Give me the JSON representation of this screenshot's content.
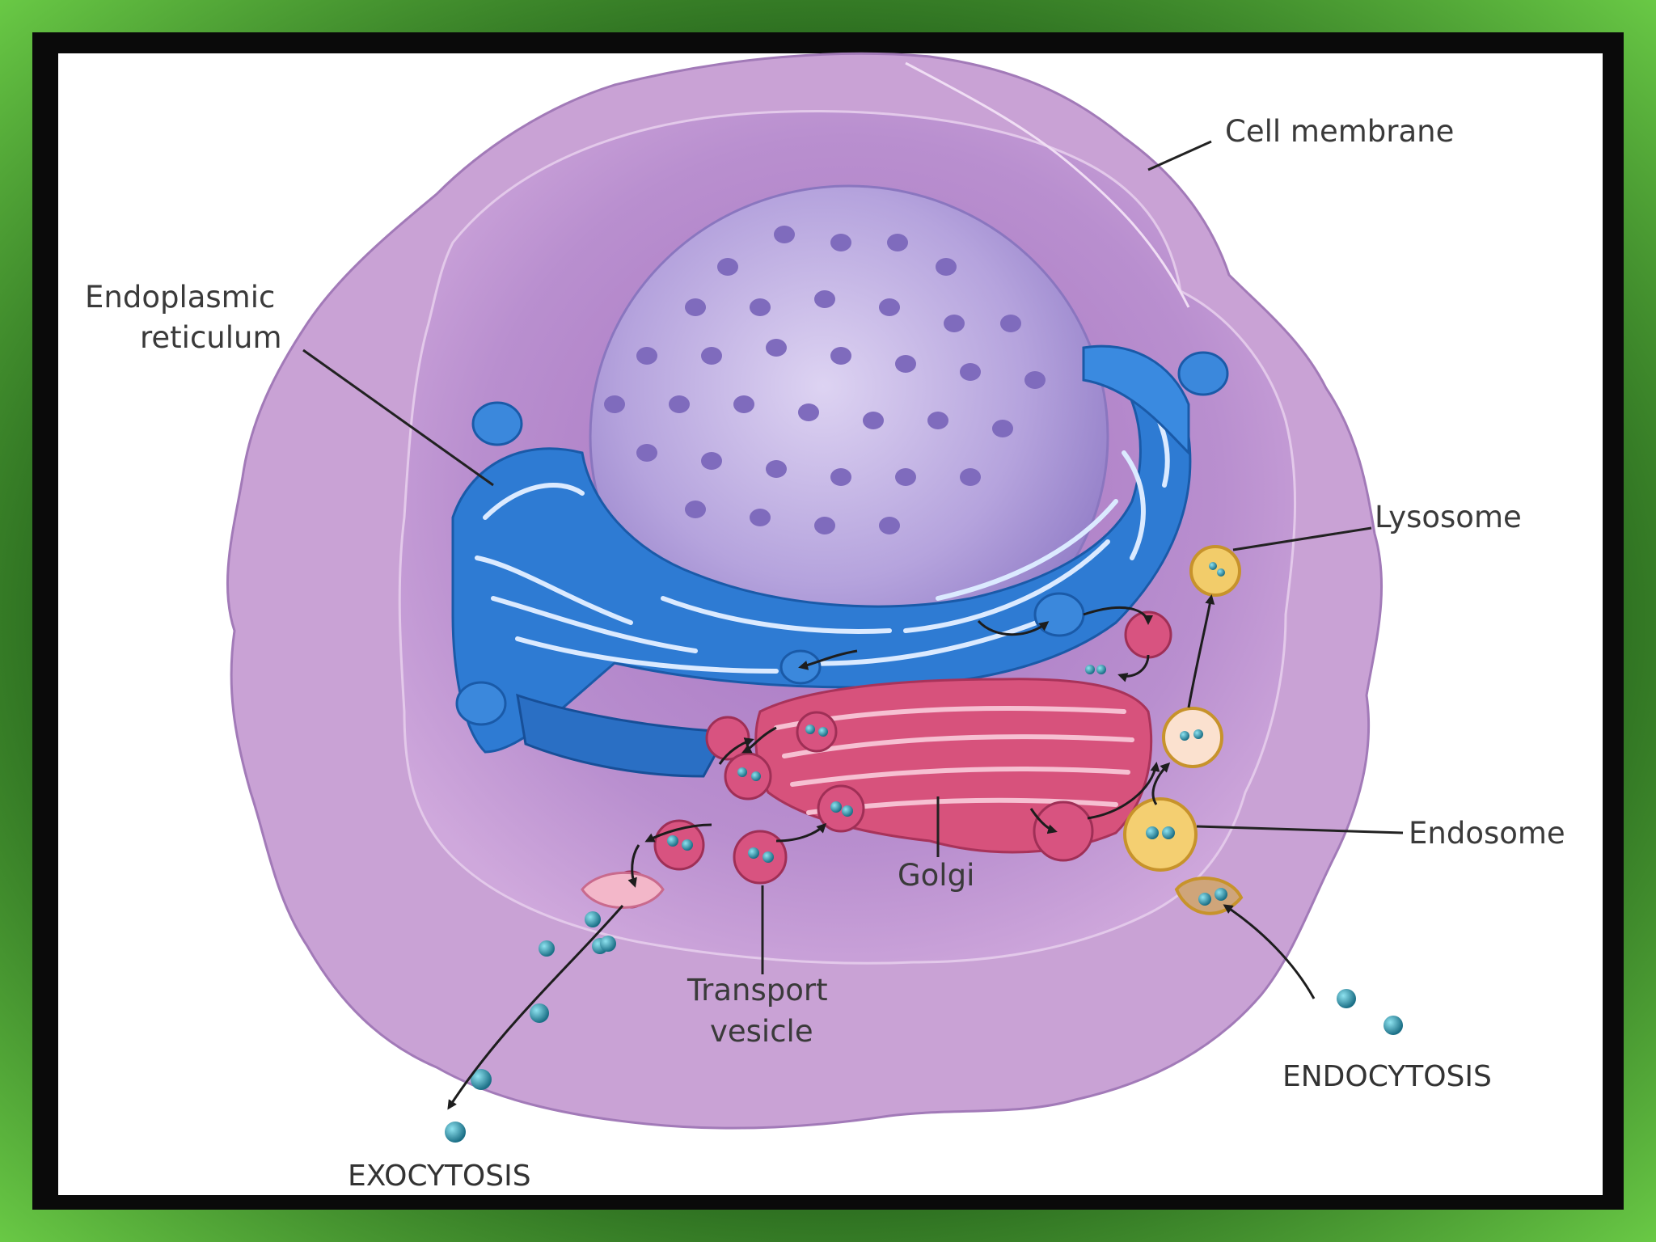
{
  "labels": {
    "cell_membrane": "Cell membrane",
    "er_line1": "Endoplasmic",
    "er_line2": "reticulum",
    "lysosome": "Lysosome",
    "endosome": "Endosome",
    "golgi": "Golgi",
    "transport_line1": "Transport",
    "transport_line2": "vesicle",
    "endocytosis": "ENDOCYTOSIS",
    "exocytosis": "EXOCYTOSIS"
  },
  "colors": {
    "frame_green": "#6fd24a",
    "frame_black": "#0a0a0a",
    "panel": "#ffffff",
    "cytoplasm": "#c79fd1",
    "cell_inner": "#b07cc4",
    "nucleus": "#b8a6de",
    "er_blue": "#2f7fd6",
    "golgi_pink": "#d9507d",
    "endosome_yellow": "#f0c866",
    "cargo_teal": "#2a8aa0"
  }
}
